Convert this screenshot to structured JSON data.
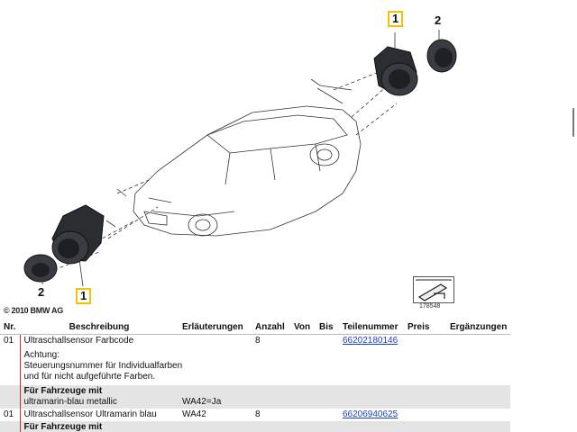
{
  "diagram": {
    "callouts": [
      {
        "id": "callout-1-top",
        "label": "1",
        "boxed": true
      },
      {
        "id": "callout-2-top",
        "label": "2",
        "boxed": false
      },
      {
        "id": "callout-1-bottom",
        "label": "1",
        "boxed": true
      },
      {
        "id": "callout-2-bottom",
        "label": "2",
        "boxed": false
      }
    ],
    "copyright": "© 2010 BMW AG",
    "image_number": "178548"
  },
  "table": {
    "headers": {
      "nr": "Nr.",
      "beschreibung": "Beschreibung",
      "erlaeuterungen": "Erläuterungen",
      "anzahl": "Anzahl",
      "von": "Von",
      "bis": "Bis",
      "teilenummer": "Teilenummer",
      "preis": "Preis",
      "ergaenzungen": "Ergänzungen"
    },
    "rows": [
      {
        "nr": "01",
        "beschreibung": "Ultraschallsensor Farbcode",
        "erlaeuterungen": "",
        "anzahl": "8",
        "teilenummer": "66202180146"
      },
      {
        "note": "Achtung:\nSteuerungsnummer für Individualfarben\nund für nicht aufgeführte Farben."
      },
      {
        "group_title": "Für Fahrzeuge mit",
        "group_sub": "ultramarin-blau metallic",
        "erlaeuterungen": "WA42=Ja"
      },
      {
        "nr": "01",
        "beschreibung": "Ultraschallsensor Ultramarin blau",
        "erlaeuterungen": "WA42",
        "anzahl": "8",
        "teilenummer": "66206940625"
      },
      {
        "group_title": "Für Fahrzeuge mit"
      }
    ]
  }
}
